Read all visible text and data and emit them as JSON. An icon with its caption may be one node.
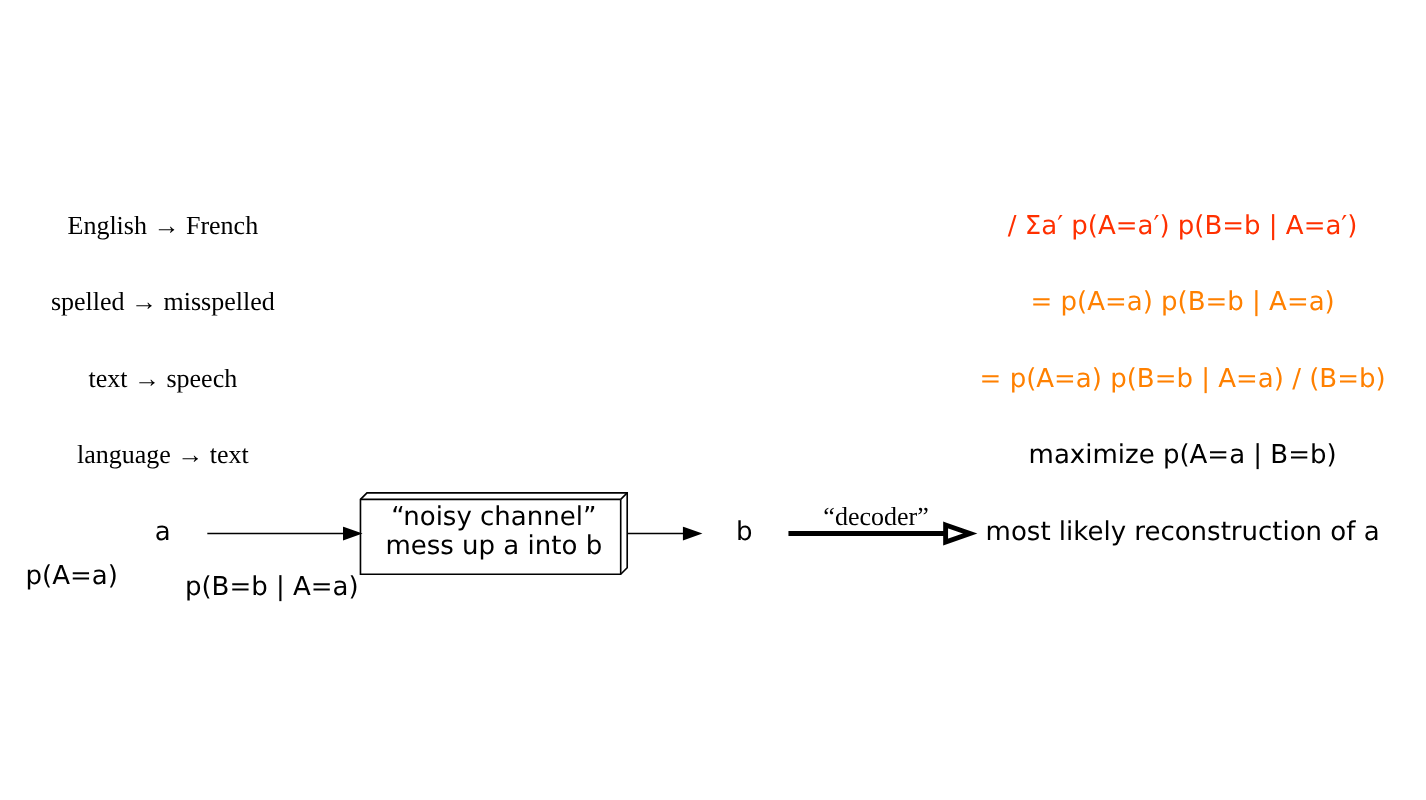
{
  "diagram": {
    "nodes": [
      {
        "text": [
          "a"
        ],
        "beside": [
          "p(A=a)"
        ]
      },
      {
        "text": [
          "“noisy channel”",
          "mess up a into b"
        ],
        "beside": [
          "p(B=b | A=a)"
        ]
      },
      {
        "text": [
          "b"
        ]
      },
      {
        "text": [
          "most likely reconstruction of a"
        ]
      }
    ],
    "edges": [
      {
        "from": 0,
        "to": 1,
        "arrow": "to"
      },
      {
        "from": 1,
        "to": 2,
        "arrow": "to"
      },
      {
        "from": 2,
        "to": 3,
        "arrow": "to",
        "label": "“decoder”",
        "style": "thick"
      }
    ],
    "labels": [
      "language → text",
      "text → speech",
      "spelled → misspelled",
      "English → French",
      "maximize p(A=a | B=b)",
      "= p(A=a) p(B=b | A=a) / (B=b)",
      "= p(A=a) p(B=b | A=a)",
      "/ Σa′ p(A=a′) p(B=b | A=a′)"
    ]
  }
}
